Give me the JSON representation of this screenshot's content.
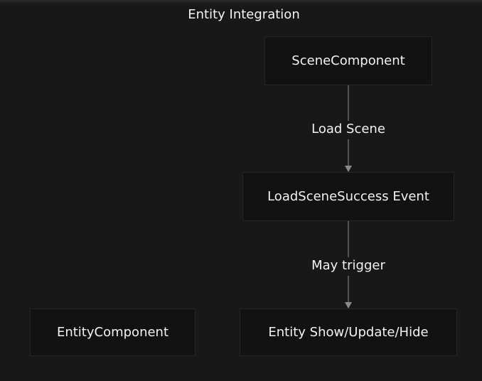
{
  "diagram": {
    "title": "Entity Integration",
    "nodes": {
      "scene_component": "SceneComponent",
      "load_scene_success": "LoadSceneSuccess Event",
      "entity_show_update_hide": "Entity Show/Update/Hide",
      "entity_component": "EntityComponent"
    },
    "edges": [
      {
        "from": "scene_component",
        "to": "load_scene_success",
        "label": "Load Scene"
      },
      {
        "from": "load_scene_success",
        "to": "entity_show_update_hide",
        "label": "May trigger"
      }
    ],
    "colors": {
      "background": "#181818",
      "node_fill": "#121212",
      "node_border": "#252525",
      "edge": "#7a7a7a",
      "text": "#f2f2f2"
    }
  }
}
